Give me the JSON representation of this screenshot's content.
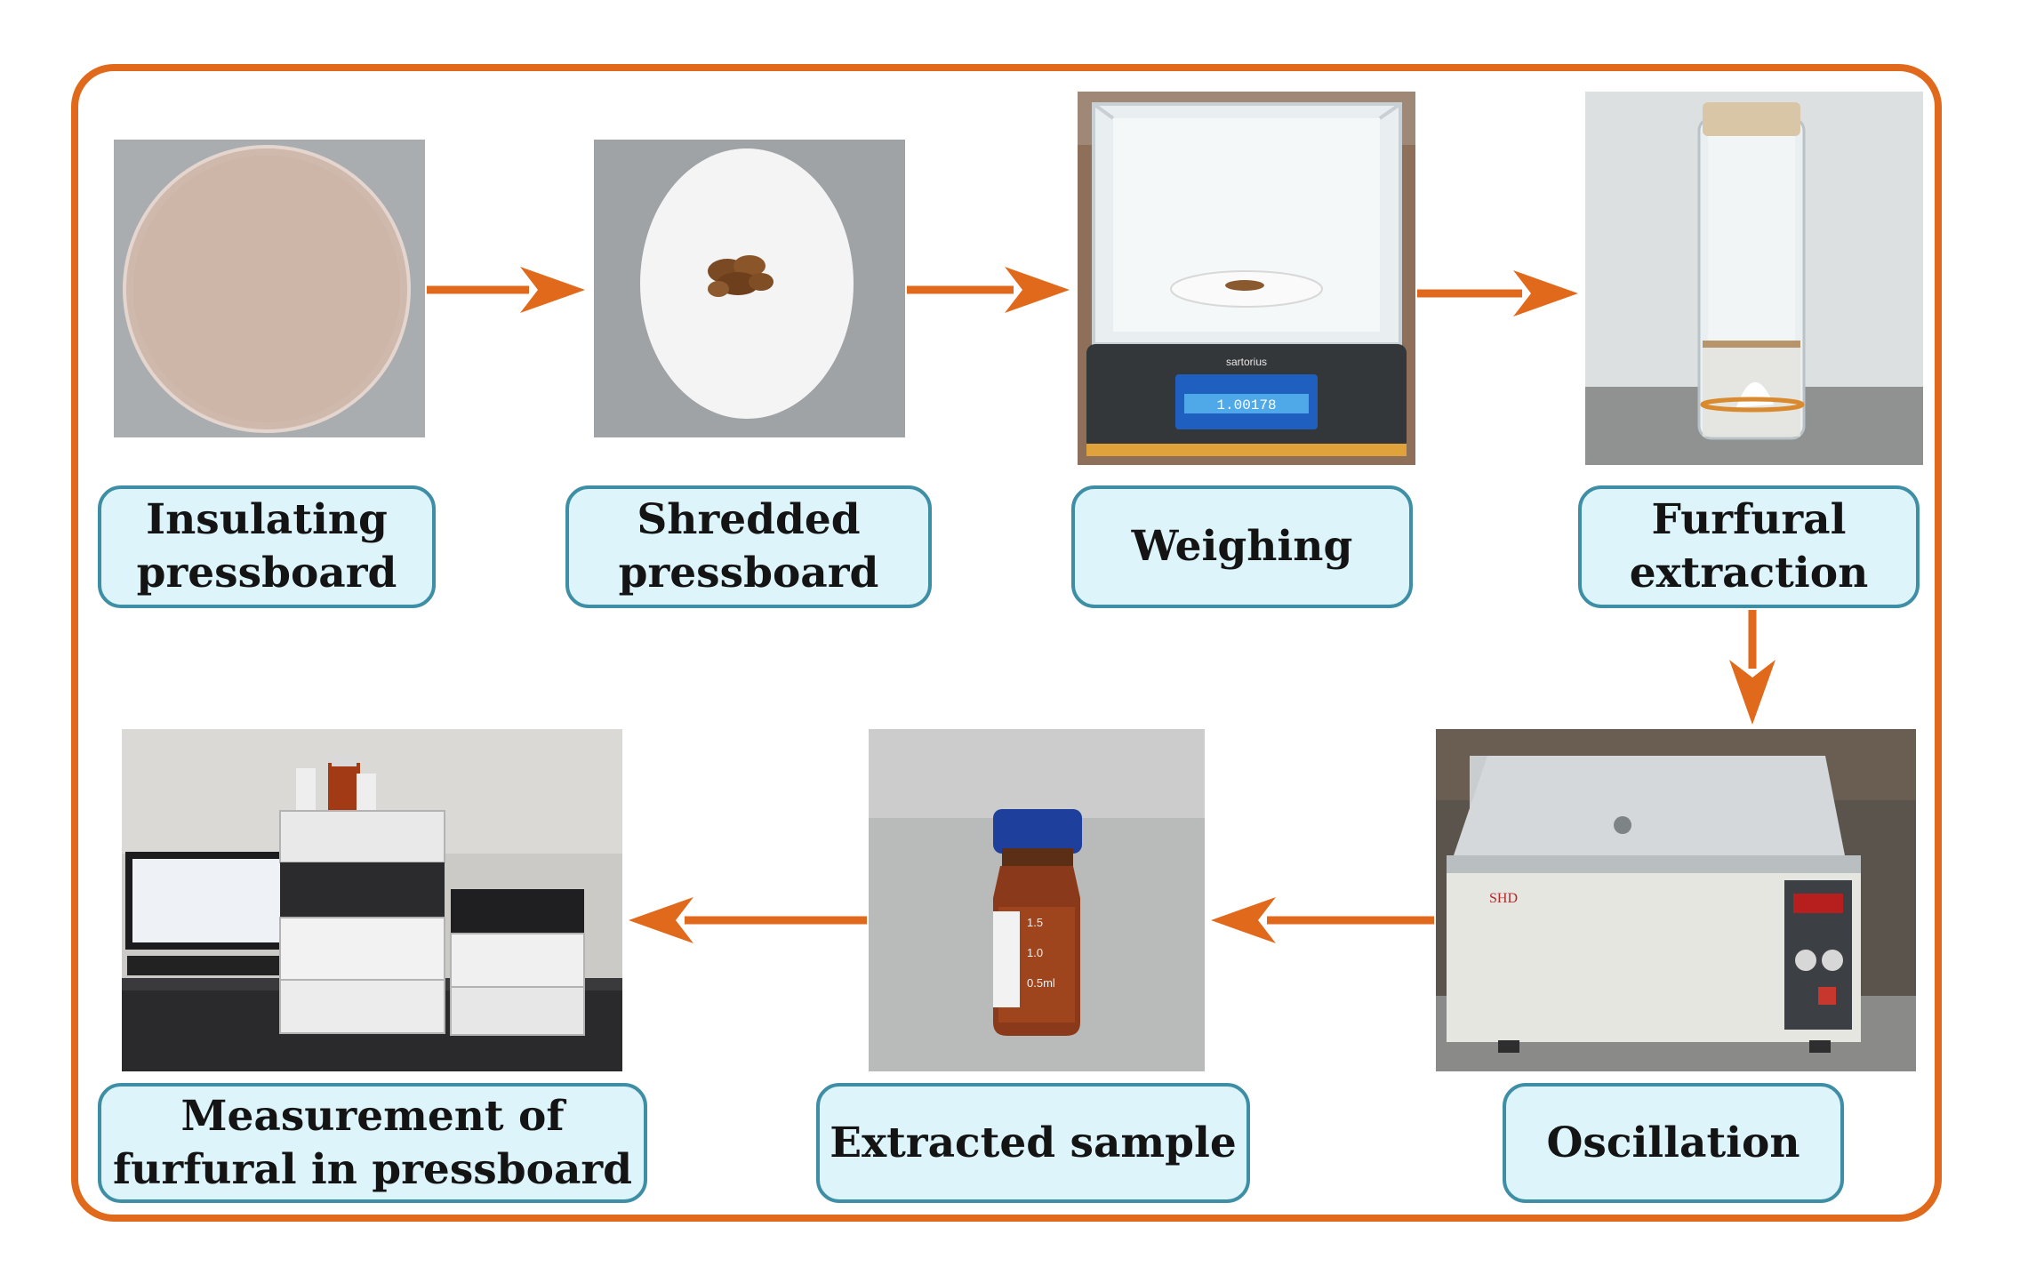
{
  "steps": [
    {
      "id": "insulating-pressboard",
      "lines": [
        "Insulating",
        "pressboard"
      ]
    },
    {
      "id": "shredded-pressboard",
      "lines": [
        "Shredded",
        "pressboard"
      ]
    },
    {
      "id": "weighing",
      "lines": [
        "Weighing"
      ]
    },
    {
      "id": "furfural-extraction",
      "lines": [
        "Furfural",
        "extraction"
      ]
    },
    {
      "id": "oscillation",
      "lines": [
        "Oscillation"
      ]
    },
    {
      "id": "extracted-sample",
      "lines": [
        "Extracted sample"
      ]
    },
    {
      "id": "measurement",
      "lines": [
        "Measurement of",
        "furfural in pressboard"
      ]
    }
  ],
  "photo_text": {
    "balance_brand": "sartorius",
    "balance_reading": "1.00178",
    "bath_brand": "SHD",
    "vial_marks": [
      "1.5",
      "1.0",
      "0.5ml"
    ]
  },
  "colors": {
    "frame": "#E0691C",
    "arrow": "#E0691C",
    "label_fill": "#DDF5FA",
    "label_border": "#3E8FA6"
  }
}
